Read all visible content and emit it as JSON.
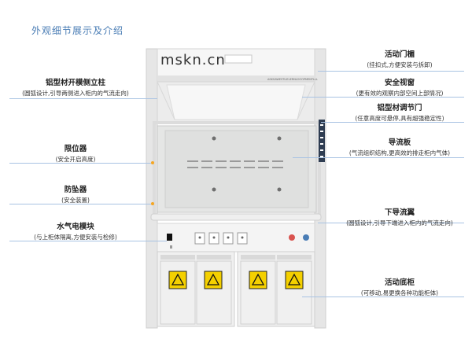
{
  "page": {
    "title": "外观细节展示及介绍"
  },
  "cabinet": {
    "brand": "mskn.cn",
    "model_plate": "ASKSAWESTLIELERNLOOOPMENTLLL"
  },
  "callouts_left": [
    {
      "title": "铝型材开模侧立柱",
      "desc": "(圆弧设计,引导两侧进入柜内的气流走向)"
    },
    {
      "title": "限位器",
      "desc": "(安全开启高度)"
    },
    {
      "title": "防坠器",
      "desc": "(安全装置)"
    },
    {
      "title": "水气电模块",
      "desc": "(与上柜体隔离,方便安装与检修)"
    }
  ],
  "callouts_right": [
    {
      "title": "活动门楣",
      "desc": "(挂扣式,方便安装与拆卸)"
    },
    {
      "title": "安全视窗",
      "desc": "(更有效的观察内部空间上部情况)"
    },
    {
      "title": "铝型材调节门",
      "desc": "(任意高度可悬停,具有超强稳定性)"
    },
    {
      "title": "导流板",
      "desc": "(气流组织结构,更高效的排走柜内气体)"
    },
    {
      "title": "下导流翼",
      "desc": "(圆弧设计,引导下端进入柜内的气流走向)"
    },
    {
      "title": "活动底柜",
      "desc": "(可移动,易更换各种功能柜体)"
    }
  ],
  "colors": {
    "accent": "#4a7db5",
    "line": "#a9c3e3",
    "marker": "#f5a623"
  }
}
